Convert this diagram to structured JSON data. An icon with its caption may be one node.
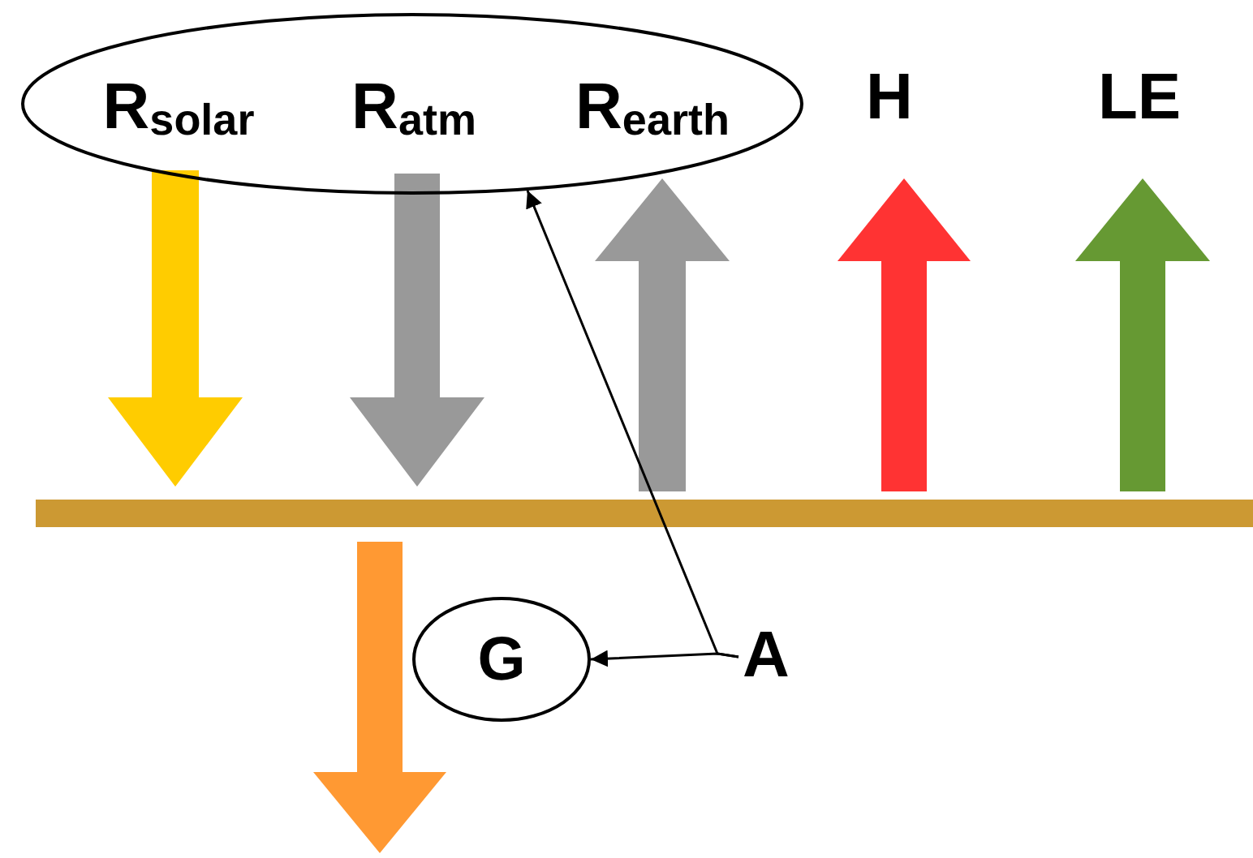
{
  "diagram": {
    "nodes": [
      {
        "text": [
          "R$_{solar}$",
          "R$_{atm}$",
          "R$_{earth}$"
        ]
      },
      {
        "text": [
          "G"
        ]
      },
      {
        "text": [
          "A"
        ]
      }
    ],
    "edges": [
      {
        "from": 2,
        "to": 0,
        "arrow": "to"
      },
      {
        "from": 2,
        "to": 1,
        "arrow": "to"
      }
    ],
    "labels": [
      "H",
      "LE"
    ]
  }
}
